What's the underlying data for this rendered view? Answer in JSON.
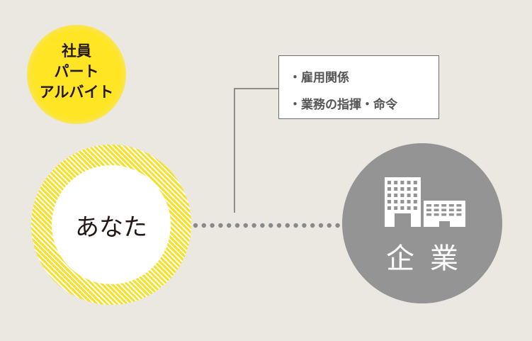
{
  "employment_types": {
    "line1": "社員",
    "line2": "パート",
    "line3": "アルバイト"
  },
  "you": {
    "label": "あなた"
  },
  "company": {
    "label": "企業",
    "icon": "building-icon"
  },
  "relationship_box": {
    "items": [
      "・雇用関係",
      "・業務の指揮・命令"
    ]
  },
  "colors": {
    "background": "#ebe7e1",
    "yellow": "#ffe524",
    "company_gray": "#939493",
    "connector": "#8a8a8a"
  }
}
